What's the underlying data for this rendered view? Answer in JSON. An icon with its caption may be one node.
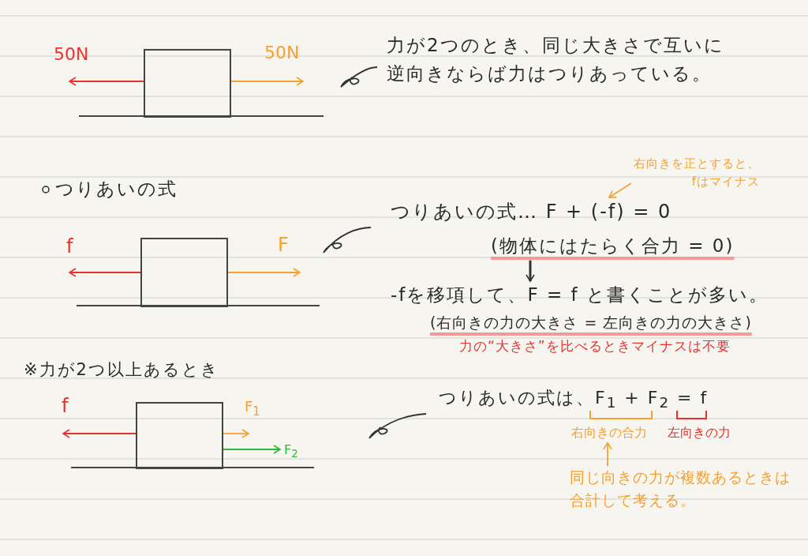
{
  "diagram": {
    "nodes": [
      {
        "text": [],
        "shape": "box"
      },
      {
        "text": [
          "力が2つのとき、同じ大きさで互いに逆向きならば力はつりあっている。"
        ]
      },
      {
        "text": [],
        "shape": "box"
      },
      {
        "text": [
          "右向きを正とすると、fはマイナス"
        ]
      },
      {
        "text": [
          "つりあいの式… F + (-f) = 0"
        ]
      },
      {
        "text": [
          "(物体にはたらく合力 = 0)"
        ]
      },
      {
        "text": [
          "-fを移項して、F = f と書くことが多い。"
        ]
      },
      {
        "text": [],
        "shape": "box"
      },
      {
        "text": [
          "つりあいの式は、F$_{1}$ + F$_{2}$ = f"
        ]
      },
      {
        "text": [
          "右向きの合力"
        ]
      },
      {
        "text": [
          "同じ向きの力が複数あるときは合計して考える。"
        ]
      }
    ],
    "edges": [
      {
        "from": 0,
        "to": null,
        "arrow": "to",
        "label": "50N",
        "color": "#e8322e"
      },
      {
        "from": 0,
        "to": null,
        "arrow": "to",
        "label": "50N",
        "color": "#f5a030"
      },
      {
        "from": 3,
        "to": 4,
        "arrow": "to",
        "color": "#f5a030"
      },
      {
        "from": 2,
        "to": null,
        "arrow": "to",
        "label": "f",
        "color": "#e8322e"
      },
      {
        "from": 2,
        "to": null,
        "arrow": "to",
        "label": "F",
        "color": "#f5a030"
      },
      {
        "from": 5,
        "to": 6,
        "arrow": "to",
        "color": "#333333"
      },
      {
        "from": 7,
        "to": null,
        "arrow": "to",
        "label": "f",
        "color": "#e8322e"
      },
      {
        "from": 7,
        "to": null,
        "arrow": "to",
        "label": "F$_{1}$",
        "color": "#f5a030"
      },
      {
        "from": 7,
        "to": null,
        "arrow": "to",
        "label": "F$_{2}$",
        "color": "#2db83d"
      },
      {
        "from": 10,
        "to": 9,
        "arrow": "to",
        "color": "#f5a030"
      }
    ],
    "labels": [
      "つりあいの式",
      "(右向きの力の大きさ = 左向きの力の大きさ)",
      "力の“大きさ”を比べるときマイナスは不要",
      "※力が2つ以上あるとき",
      "左向きの力"
    ]
  }
}
